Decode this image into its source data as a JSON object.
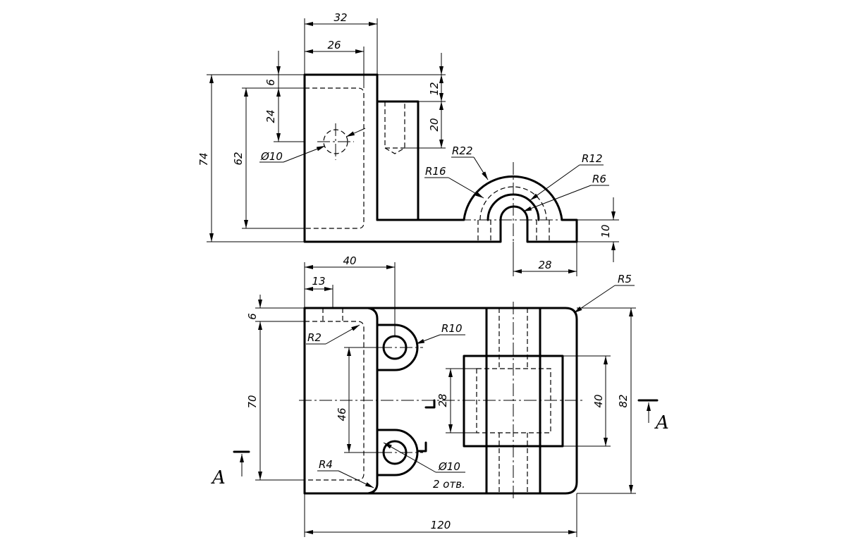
{
  "front_view": {
    "dims": {
      "top_width": "32",
      "inner_width": "26",
      "height_total": "74",
      "height_inner": "62",
      "top_offset": "6",
      "hole_offset": "24",
      "hole_dia": "Ø10",
      "rib_top": "12",
      "rib_hole": "20",
      "r22": "R22",
      "r16": "R16",
      "r12": "R12",
      "r6": "R6",
      "base_h": "10",
      "slot_w": "28"
    }
  },
  "top_view": {
    "dims": {
      "width40": "40",
      "offset13": "13",
      "offset6": "6",
      "r2": "R2",
      "r5": "R5",
      "r10": "R10",
      "h70": "70",
      "h46": "46",
      "h28": "28",
      "h40": "40",
      "h82": "82",
      "r4": "R4",
      "dia10": "Ø10",
      "holes_note": "2 отв.",
      "total_width": "120"
    },
    "section_label": "A"
  }
}
